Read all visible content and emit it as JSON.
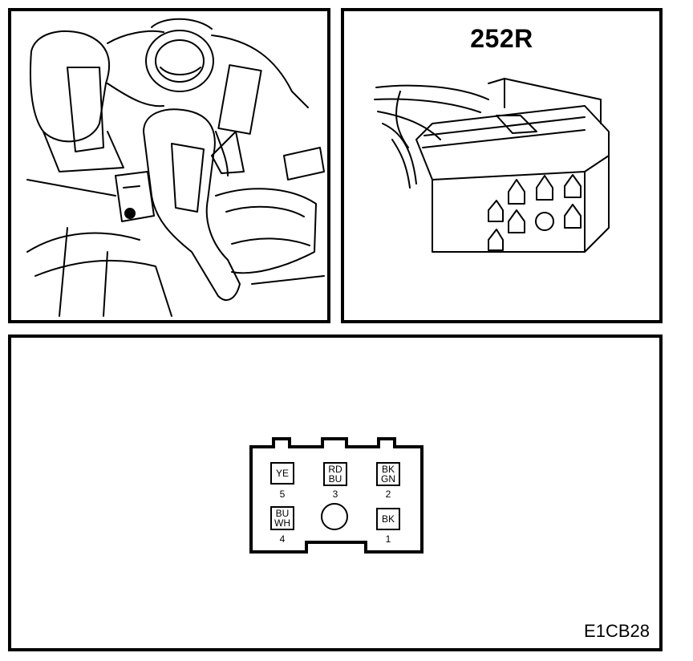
{
  "connector": {
    "name": "252R"
  },
  "figure": {
    "code": "E1CB28"
  },
  "pins": [
    {
      "number": "5",
      "line1": "YE",
      "line2": ""
    },
    {
      "number": "3",
      "line1": "RD",
      "line2": "BU"
    },
    {
      "number": "2",
      "line1": "BK",
      "line2": "GN"
    },
    {
      "number": "4",
      "line1": "BU",
      "line2": "WH"
    },
    {
      "number": "1",
      "line1": "BK",
      "line2": ""
    }
  ]
}
